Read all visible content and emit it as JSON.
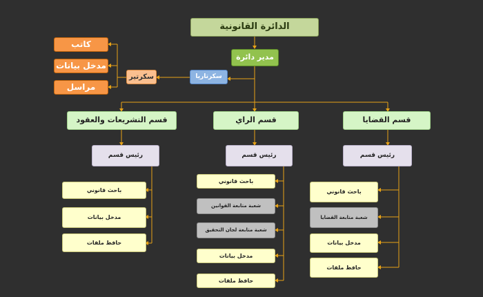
{
  "top": "الدائرة القانونية",
  "manager": "مدير دائرة",
  "secretariat": "سكرتاريا",
  "secretary": "سكرتير",
  "staff": [
    "كاتب",
    "مدخل بيانات",
    "مراسل"
  ],
  "departments": {
    "cases": {
      "title": "قسم القضايا",
      "head": "رئيس قسم",
      "items": [
        "باحث قانوني",
        "شعبة متابعة القضايا",
        "مدخل بيانات",
        "حافظ ملفات"
      ]
    },
    "opinion": {
      "title": "قسم الراي",
      "head": "رئيس قسم",
      "items": [
        "باحث قانوني",
        "شعبة متابعة القوانين",
        "شعبة متابعة لجان التحقيق",
        "مدخل بيانات",
        "حافظ ملفات"
      ]
    },
    "legislation": {
      "title": "قسم التشريعات والعقود",
      "head": "رئيس قسم",
      "items": [
        "باحث قانوني",
        "مدخل بيانات",
        "حافظ ملفات"
      ]
    }
  },
  "colors": {
    "background": "#2f2f2f",
    "connector": "#e8a317"
  }
}
